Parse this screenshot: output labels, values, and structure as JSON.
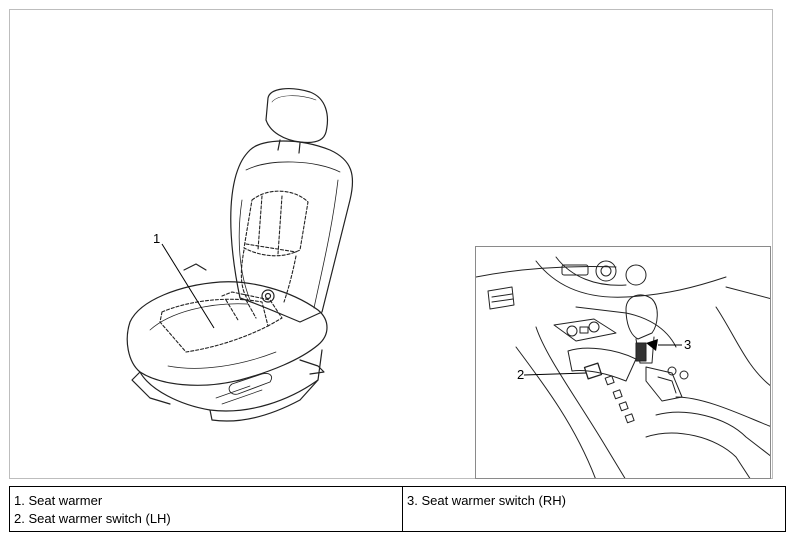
{
  "figure": {
    "callouts": {
      "seat_warmer": "1",
      "switch_lh": "2",
      "switch_rh": "3"
    }
  },
  "legend": {
    "left": [
      "1. Seat warmer",
      "2. Seat warmer switch (LH)"
    ],
    "right": [
      "3. Seat warmer switch (RH)"
    ]
  },
  "colors": {
    "frame_border": "#bdbdbd",
    "inset_border": "#8a8a8a",
    "line": "#222222"
  }
}
